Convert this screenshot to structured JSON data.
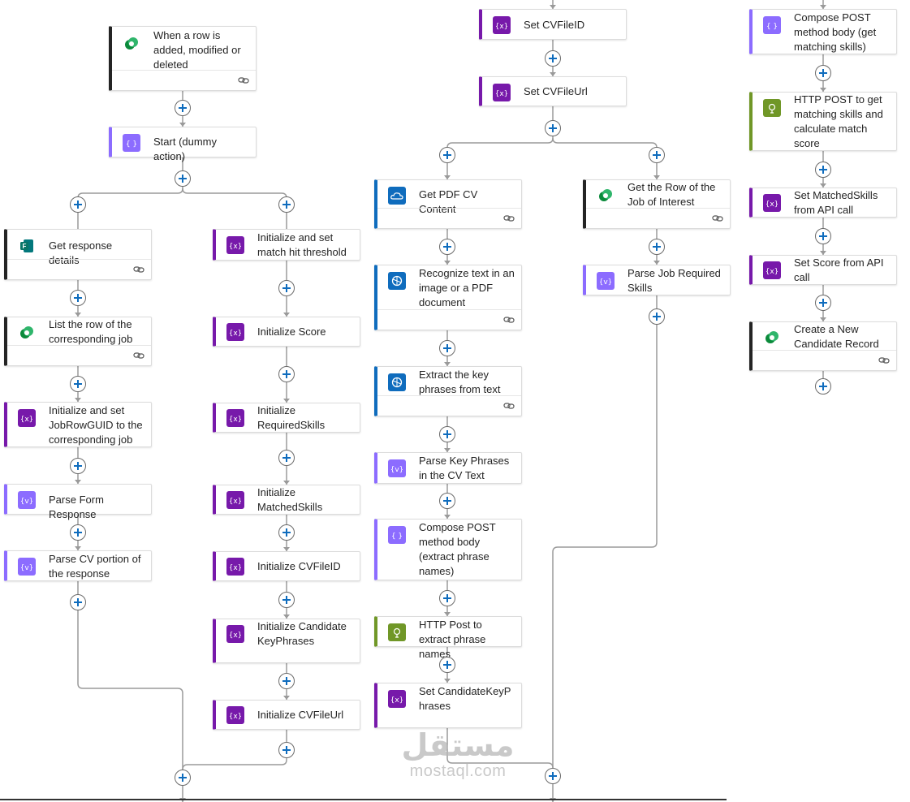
{
  "colors": {
    "variable": "#7719aa",
    "compose": "#8c6cff",
    "parse": "#8c6cff",
    "dataverse": "#242424",
    "ai_builder": "#0f6cbd",
    "http": "#709727",
    "forms": "#242424",
    "connector_line": "#999999",
    "plus_icon": "#0f6cbd"
  },
  "flow": {
    "steps": [
      {
        "id": "trigger",
        "title": "When a row is added, modified or deleted",
        "icon": "dataverse-icon",
        "kind": "dataverse",
        "has_link": true
      },
      {
        "id": "start",
        "title": "Start (dummy action)",
        "icon": "compose-icon",
        "kind": "compose",
        "has_link": false
      },
      {
        "id": "get-response",
        "title": "Get response details",
        "icon": "forms-icon",
        "kind": "forms",
        "has_link": true
      },
      {
        "id": "list-row",
        "title": "List the row of the corresponding job",
        "icon": "dataverse-icon",
        "kind": "dataverse",
        "has_link": true
      },
      {
        "id": "init-jobrowguid",
        "title": "Initialize and set JobRowGUID to the corresponding job",
        "icon": "variable-icon",
        "kind": "variable",
        "has_link": false
      },
      {
        "id": "parse-form",
        "title": "Parse Form Response",
        "icon": "parse-json-icon",
        "kind": "parse",
        "has_link": false
      },
      {
        "id": "parse-cv",
        "title": "Parse CV portion of the response",
        "icon": "parse-json-icon",
        "kind": "parse",
        "has_link": false
      },
      {
        "id": "init-threshold",
        "title": "Initialize and set match hit threshold",
        "icon": "variable-icon",
        "kind": "variable",
        "has_link": false
      },
      {
        "id": "init-score",
        "title": "Initialize Score",
        "icon": "variable-icon",
        "kind": "variable",
        "has_link": false
      },
      {
        "id": "init-required",
        "title": "Initialize RequiredSkills",
        "icon": "variable-icon",
        "kind": "variable",
        "has_link": false
      },
      {
        "id": "init-matched",
        "title": "Initialize MatchedSkills",
        "icon": "variable-icon",
        "kind": "variable",
        "has_link": false
      },
      {
        "id": "init-cvfileid",
        "title": "Initialize CVFileID",
        "icon": "variable-icon",
        "kind": "variable",
        "has_link": false
      },
      {
        "id": "init-candkey",
        "title": "Initialize CandidateKeyPhrases",
        "icon": "variable-icon",
        "kind": "variable",
        "has_link": false
      },
      {
        "id": "init-cvfileurl",
        "title": "Initialize CVFileUrl",
        "icon": "variable-icon",
        "kind": "variable",
        "has_link": false
      },
      {
        "id": "set-cvfileid",
        "title": "Set CVFileID",
        "icon": "variable-icon",
        "kind": "variable",
        "has_link": false
      },
      {
        "id": "set-cvfileurl",
        "title": "Set CVFileUrl",
        "icon": "variable-icon",
        "kind": "variable",
        "has_link": false
      },
      {
        "id": "get-pdf",
        "title": "Get PDF CV Content",
        "icon": "onedrive-icon",
        "kind": "ai_builder",
        "has_link": true
      },
      {
        "id": "recognize-text",
        "title": "Recognize text in an image or a PDF document",
        "icon": "ai-builder-icon",
        "kind": "ai_builder",
        "has_link": true
      },
      {
        "id": "extract-key",
        "title": "Extract the key phrases from text",
        "icon": "ai-builder-icon",
        "kind": "ai_builder",
        "has_link": true
      },
      {
        "id": "parse-key",
        "title": "Parse Key Phrases in the CV Text",
        "icon": "parse-json-icon",
        "kind": "parse",
        "has_link": false
      },
      {
        "id": "compose-extract",
        "title": "Compose POST method body (extract phrase names)",
        "icon": "compose-icon",
        "kind": "compose",
        "has_link": false
      },
      {
        "id": "http-extract",
        "title": "HTTP Post to extract phrase names",
        "icon": "http-icon",
        "kind": "http",
        "has_link": false
      },
      {
        "id": "set-candkey",
        "title": "Set CandidateKeyPhrases",
        "icon": "variable-icon",
        "kind": "variable",
        "has_link": false
      },
      {
        "id": "get-job-row",
        "title": "Get the Row of the Job of Interest",
        "icon": "dataverse-icon",
        "kind": "dataverse",
        "has_link": true
      },
      {
        "id": "parse-job",
        "title": "Parse Job Required Skills",
        "icon": "parse-json-icon",
        "kind": "parse",
        "has_link": false
      },
      {
        "id": "compose-matching",
        "title": "Compose POST method body (get matching skills)",
        "icon": "compose-icon",
        "kind": "compose",
        "has_link": false
      },
      {
        "id": "http-matching",
        "title": "HTTP POST to get matching skills and calculate match score",
        "icon": "http-icon",
        "kind": "http",
        "has_link": false
      },
      {
        "id": "set-matched",
        "title": "Set MatchedSkills from API call",
        "icon": "variable-icon",
        "kind": "variable",
        "has_link": false
      },
      {
        "id": "set-score",
        "title": "Set Score from API call",
        "icon": "variable-icon",
        "kind": "variable",
        "has_link": false
      },
      {
        "id": "create-candidate",
        "title": "Create a New Candidate Record",
        "icon": "dataverse-icon",
        "kind": "dataverse",
        "has_link": true
      }
    ]
  },
  "watermark": {
    "arabic": "مستقل",
    "latin": "mostaql.com"
  }
}
